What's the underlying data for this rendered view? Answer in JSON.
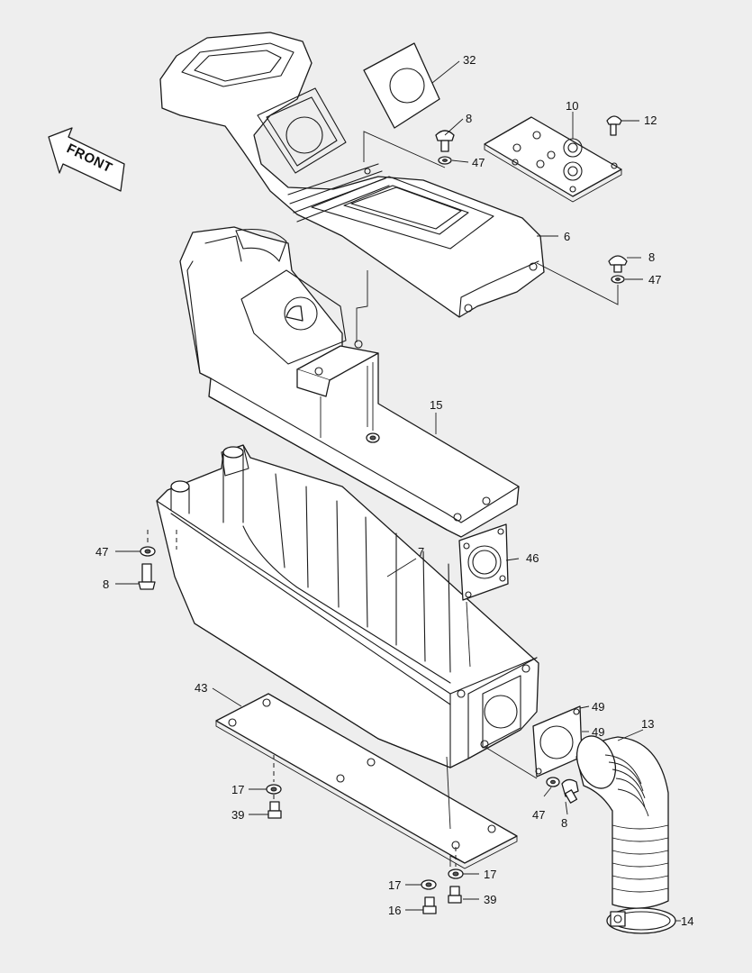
{
  "front_label": "FRONT",
  "callouts": {
    "c32": "32",
    "c8a": "8",
    "c47a": "47",
    "c10": "10",
    "c12": "12",
    "c6": "6",
    "c8b": "8",
    "c47b": "47",
    "c15": "15",
    "c47c": "47",
    "c8c": "8",
    "c7": "7",
    "c46": "46",
    "c43": "43",
    "c49a": "49",
    "c49b": "49",
    "c13": "13",
    "c17a": "17",
    "c39a": "39",
    "c47d": "47",
    "c8d": "8",
    "c17b": "17",
    "c17c": "17",
    "c16": "16",
    "c39b": "39",
    "c14": "14"
  }
}
